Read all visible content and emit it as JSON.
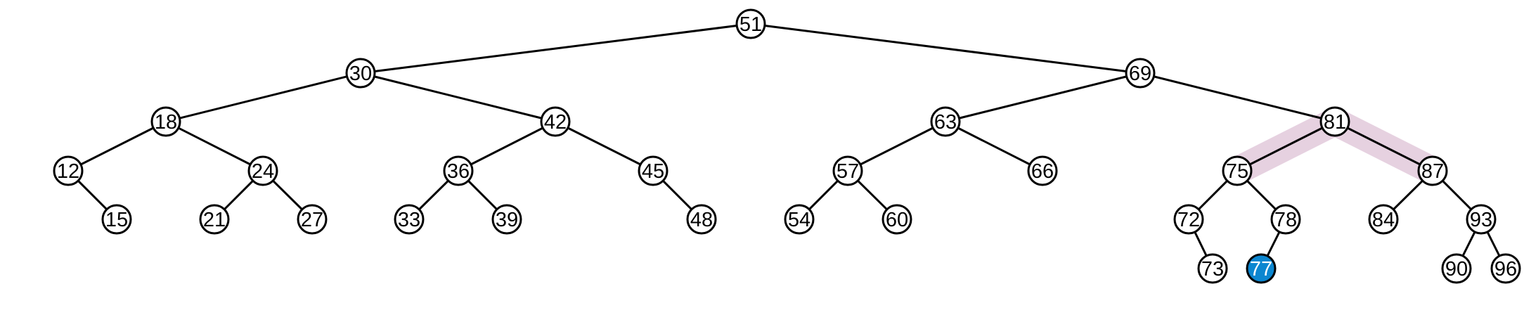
{
  "colors": {
    "edge": "#000000",
    "node_stroke": "#000000",
    "node_fill": "#ffffff",
    "label": "#000000",
    "highlight_band": "#e6d1e0",
    "inserted_node_fill": "#0b86d0",
    "inserted_node_label": "#ffffff"
  },
  "tree": {
    "root": "51",
    "nodes": [
      {
        "key": "51",
        "parent": null
      },
      {
        "key": "30",
        "parent": "51"
      },
      {
        "key": "69",
        "parent": "51"
      },
      {
        "key": "18",
        "parent": "30"
      },
      {
        "key": "42",
        "parent": "30"
      },
      {
        "key": "63",
        "parent": "69"
      },
      {
        "key": "81",
        "parent": "69"
      },
      {
        "key": "12",
        "parent": "18"
      },
      {
        "key": "24",
        "parent": "18"
      },
      {
        "key": "36",
        "parent": "42"
      },
      {
        "key": "45",
        "parent": "42"
      },
      {
        "key": "57",
        "parent": "63"
      },
      {
        "key": "66",
        "parent": "63"
      },
      {
        "key": "75",
        "parent": "81"
      },
      {
        "key": "87",
        "parent": "81"
      },
      {
        "key": "15",
        "parent": "12"
      },
      {
        "key": "21",
        "parent": "24"
      },
      {
        "key": "27",
        "parent": "24"
      },
      {
        "key": "33",
        "parent": "36"
      },
      {
        "key": "39",
        "parent": "36"
      },
      {
        "key": "48",
        "parent": "45"
      },
      {
        "key": "54",
        "parent": "57"
      },
      {
        "key": "60",
        "parent": "57"
      },
      {
        "key": "72",
        "parent": "75"
      },
      {
        "key": "78",
        "parent": "75"
      },
      {
        "key": "84",
        "parent": "87"
      },
      {
        "key": "93",
        "parent": "87"
      },
      {
        "key": "73",
        "parent": "72"
      },
      {
        "key": "77",
        "parent": "78",
        "status": "inserted"
      },
      {
        "key": "90",
        "parent": "93"
      },
      {
        "key": "96",
        "parent": "93"
      }
    ],
    "highlighted_path": [
      "75",
      "81",
      "87"
    ]
  }
}
